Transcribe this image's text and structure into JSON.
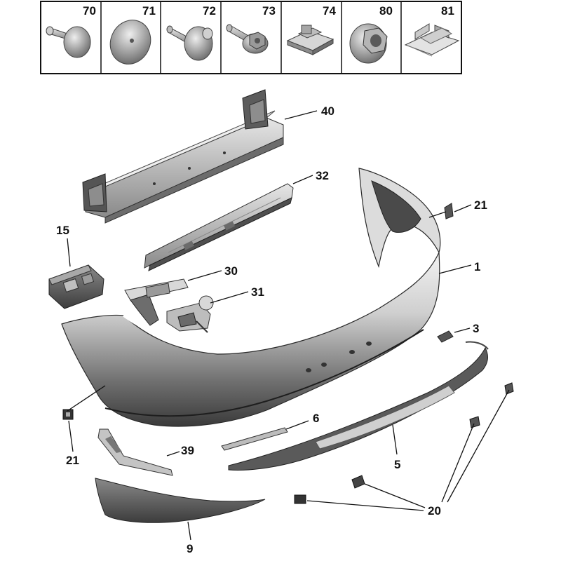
{
  "legend": {
    "cells": [
      {
        "ref": "70",
        "icon": "push-rivet-icon"
      },
      {
        "ref": "71",
        "icon": "round-pad-icon"
      },
      {
        "ref": "72",
        "icon": "flange-screw-icon"
      },
      {
        "ref": "73",
        "icon": "hex-bolt-icon"
      },
      {
        "ref": "74",
        "icon": "clip-nut-icon"
      },
      {
        "ref": "80",
        "icon": "flange-nut-icon"
      },
      {
        "ref": "81",
        "icon": "spring-clip-icon"
      }
    ]
  },
  "callouts": {
    "p1": "1",
    "p3": "3",
    "p5": "5",
    "p6": "6",
    "p9": "9",
    "p15": "15",
    "p20": "20",
    "p21_top": "21",
    "p21_bottom": "21",
    "p30": "30",
    "p31": "31",
    "p32": "32",
    "p39": "39",
    "p40": "40"
  }
}
